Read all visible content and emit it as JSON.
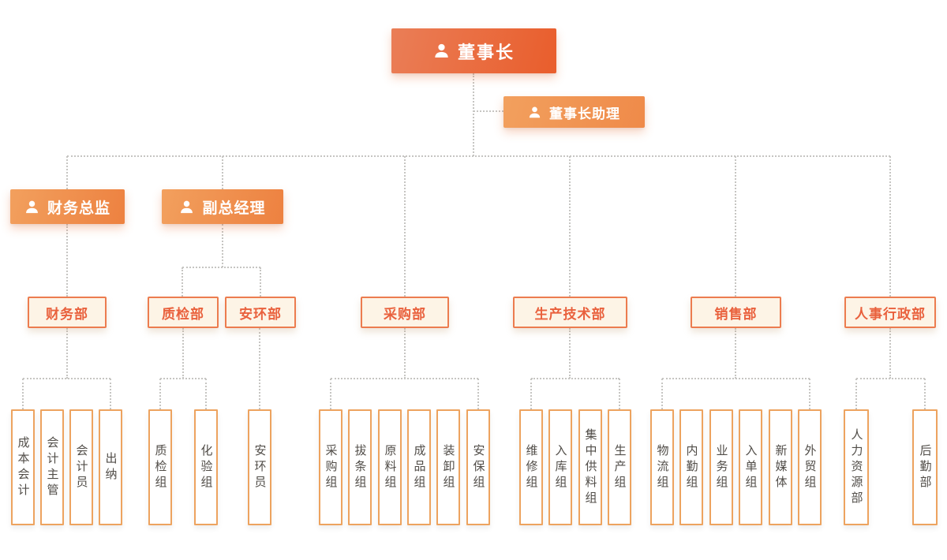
{
  "org": {
    "root": {
      "label": "董事长",
      "icon": "person-icon"
    },
    "assistant": {
      "label": "董事长助理",
      "icon": "person-icon"
    },
    "executives": [
      {
        "label": "财务总监",
        "icon": "person-icon"
      },
      {
        "label": "副总经理",
        "icon": "person-icon"
      }
    ],
    "departments": [
      {
        "label": "财务部",
        "children": [
          {
            "label": "成本会计"
          },
          {
            "label": "会计主管"
          },
          {
            "label": "会计员"
          },
          {
            "label": "出纳"
          }
        ]
      },
      {
        "label": "质检部",
        "children": [
          {
            "label": "质检组"
          },
          {
            "label": "化验组"
          }
        ]
      },
      {
        "label": "安环部",
        "children": [
          {
            "label": "安环员"
          }
        ]
      },
      {
        "label": "采购部",
        "children": [
          {
            "label": "采购组"
          },
          {
            "label": "拔条组"
          },
          {
            "label": "原料组"
          },
          {
            "label": "成品组"
          },
          {
            "label": "装卸组"
          },
          {
            "label": "安保组"
          }
        ]
      },
      {
        "label": "生产技术部",
        "children": [
          {
            "label": "维修组"
          },
          {
            "label": "入库组"
          },
          {
            "label": "集中供料组"
          },
          {
            "label": "生产组"
          }
        ]
      },
      {
        "label": "销售部",
        "children": [
          {
            "label": "物流组"
          },
          {
            "label": "内勤组"
          },
          {
            "label": "业务组"
          },
          {
            "label": "入单组"
          },
          {
            "label": "新媒体"
          },
          {
            "label": "外贸组"
          }
        ]
      },
      {
        "label": "人事行政部",
        "children": [
          {
            "label": "人力资源部"
          },
          {
            "label": "后勤部"
          }
        ]
      }
    ]
  },
  "colors": {
    "root_gradient_start": "#EA7E57",
    "root_gradient_end": "#E95F2E",
    "orange_gradient_start": "#F2A05E",
    "orange_gradient_end": "#ED8140",
    "dept_background": "#FDF4E6",
    "dept_border": "#EC7C4F",
    "dept_text": "#E9613D",
    "leaf_border": "#EDA35F",
    "leaf_text": "#514D48",
    "connector": "#C6C5C2"
  }
}
